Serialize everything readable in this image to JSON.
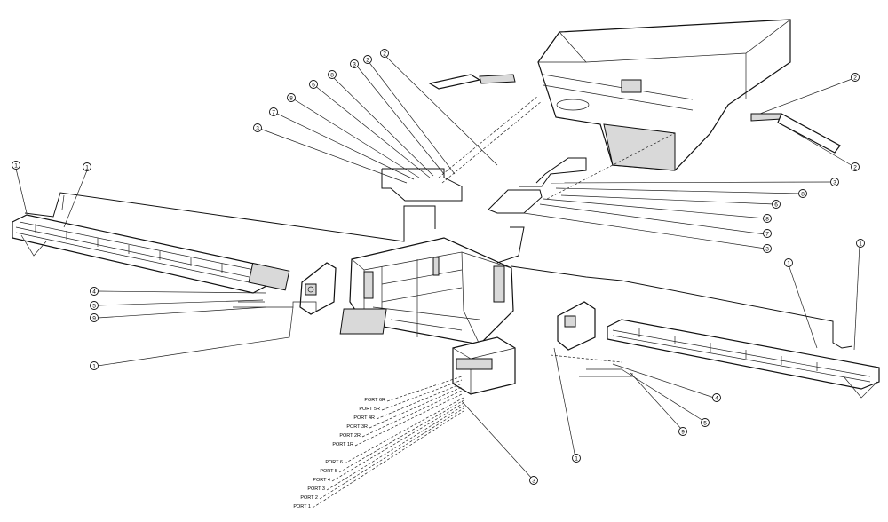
{
  "callouts": [
    {
      "id": "c-left-1a",
      "label": "1"
    },
    {
      "id": "c-left-1b",
      "label": "1"
    },
    {
      "id": "c-left-4",
      "label": "4"
    },
    {
      "id": "c-left-5",
      "label": "5"
    },
    {
      "id": "c-left-9",
      "label": "9"
    },
    {
      "id": "c-left-1c",
      "label": "1"
    },
    {
      "id": "c-top-2a",
      "label": "2"
    },
    {
      "id": "c-top-2b",
      "label": "2"
    },
    {
      "id": "c-top-3a",
      "label": "3"
    },
    {
      "id": "c-top-8a",
      "label": "8"
    },
    {
      "id": "c-top-6a",
      "label": "6"
    },
    {
      "id": "c-top-8b",
      "label": "8"
    },
    {
      "id": "c-top-7a",
      "label": "7"
    },
    {
      "id": "c-top-3b",
      "label": "3"
    },
    {
      "id": "c-right-2a",
      "label": "2"
    },
    {
      "id": "c-right-2b",
      "label": "2"
    },
    {
      "id": "c-right-3a",
      "label": "3"
    },
    {
      "id": "c-right-8a",
      "label": "8"
    },
    {
      "id": "c-right-6",
      "label": "6"
    },
    {
      "id": "c-right-8b",
      "label": "8"
    },
    {
      "id": "c-right-7",
      "label": "7"
    },
    {
      "id": "c-right-3b",
      "label": "3"
    },
    {
      "id": "c-right-1a",
      "label": "1"
    },
    {
      "id": "c-right-1b",
      "label": "1"
    },
    {
      "id": "c-right-4",
      "label": "4"
    },
    {
      "id": "c-right-5",
      "label": "5"
    },
    {
      "id": "c-right-9",
      "label": "9"
    },
    {
      "id": "c-right-1c",
      "label": "1"
    },
    {
      "id": "c-bottom-3",
      "label": "3"
    }
  ],
  "ports_upper": [
    "PORT 6R",
    "PORT 5R",
    "PORT 4R",
    "PORT 3R",
    "PORT 2R",
    "PORT 1R"
  ],
  "ports_lower": [
    "PORT 6",
    "PORT 5",
    "PORT 4",
    "PORT 3",
    "PORT 2",
    "PORT 1"
  ]
}
